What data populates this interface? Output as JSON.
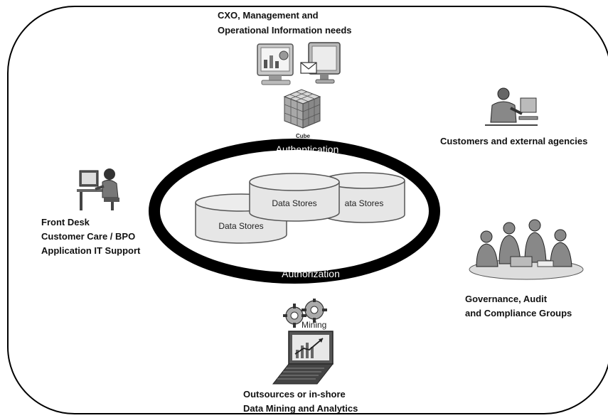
{
  "top_group": {
    "line1": "CXO, Management and",
    "line2": "Operational Information needs",
    "cube_label": "Cube"
  },
  "ring": {
    "top_label": "Authentication",
    "bottom_label": "Authorization"
  },
  "data_stores": [
    {
      "label": "Data Stores"
    },
    {
      "label": "Data Stores"
    },
    {
      "label": "ata Stores"
    }
  ],
  "left_group": {
    "line1": "Front Desk",
    "line2": "Customer Care / BPO",
    "line3": "Application IT Support"
  },
  "right_top_group": {
    "line1": "Customers and external agencies"
  },
  "right_bottom_group": {
    "line1": "Governance, Audit",
    "line2": "and Compliance Groups"
  },
  "bottom_group": {
    "mining_label": "Mining",
    "line1": "Outsources or in-shore",
    "line2": "Data Mining and Analytics"
  },
  "colors": {
    "ring": "#000000",
    "cylinder_fill": "#e6e6e6",
    "cylinder_stroke": "#555555"
  },
  "icons": [
    "monitor-chart-icon",
    "monitor-mail-icon",
    "cube-icon",
    "person-desk-icon",
    "businessman-computer-icon",
    "group-meeting-icon",
    "gears-icon",
    "laptop-chart-icon"
  ]
}
